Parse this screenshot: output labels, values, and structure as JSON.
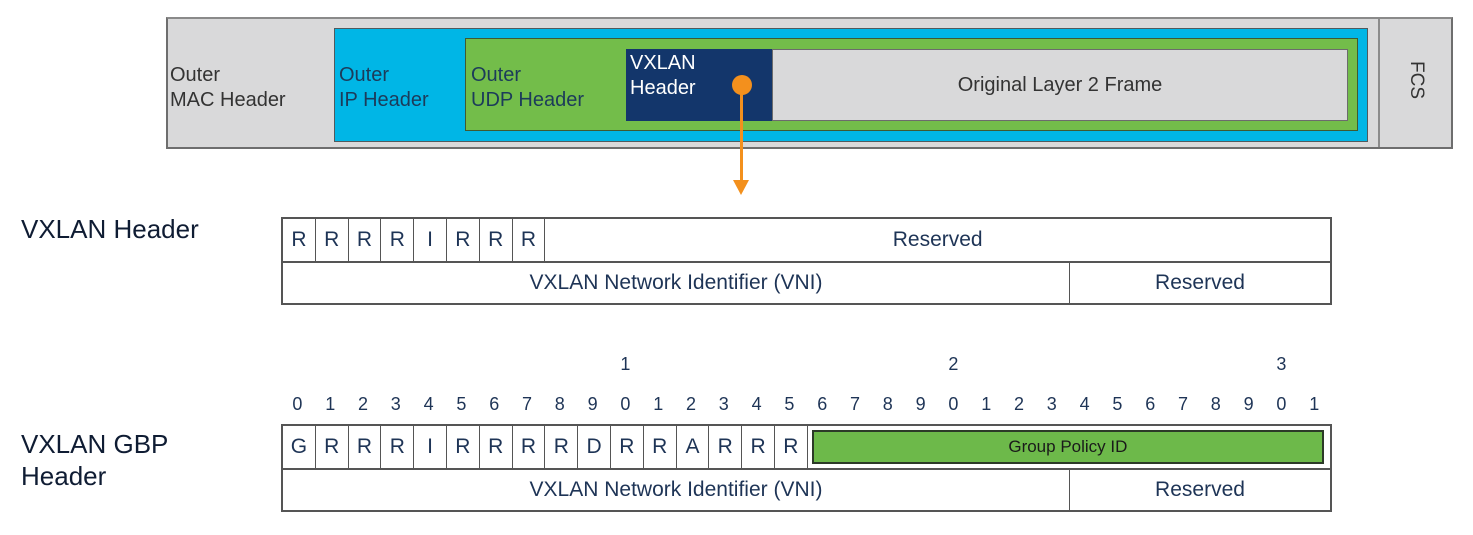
{
  "frame": {
    "outer_mac": [
      "Outer",
      "MAC Header"
    ],
    "outer_ip": [
      "Outer",
      "IP Header"
    ],
    "outer_udp": [
      "Outer",
      "UDP Header"
    ],
    "vxlan": [
      "VXLAN",
      "Header"
    ],
    "original": "Original Layer 2 Frame",
    "fcs": "FCS",
    "colors": {
      "mac": "#d9d9da",
      "ip": "#00b6e6",
      "udp": "#73bd4a",
      "vxlan": "#13366b",
      "arrow": "#f3901d"
    }
  },
  "vxlan_header": {
    "title": "VXLAN Header",
    "row1_bits": [
      "R",
      "R",
      "R",
      "R",
      "I",
      "R",
      "R",
      "R"
    ],
    "row1_rest": "Reserved",
    "row2_vni": "VXLAN Network Identifier (VNI)",
    "row2_reserved": "Reserved"
  },
  "bit_numbers": {
    "tens": [
      {
        "index": 10,
        "label": "1"
      },
      {
        "index": 20,
        "label": "2"
      },
      {
        "index": 30,
        "label": "3"
      }
    ],
    "ones": [
      "0",
      "1",
      "2",
      "3",
      "4",
      "5",
      "6",
      "7",
      "8",
      "9",
      "0",
      "1",
      "2",
      "3",
      "4",
      "5",
      "6",
      "7",
      "8",
      "9",
      "0",
      "1",
      "2",
      "3",
      "4",
      "5",
      "6",
      "7",
      "8",
      "9",
      "0",
      "1"
    ]
  },
  "gbp_header": {
    "title_line1": "VXLAN GBP",
    "title_line2": "Header",
    "row1_bits": [
      "G",
      "R",
      "R",
      "R",
      "I",
      "R",
      "R",
      "R",
      "R",
      "D",
      "R",
      "R",
      "A",
      "R",
      "R",
      "R"
    ],
    "group_policy": "Group Policy ID",
    "group_policy_color": "#6db94a",
    "row2_vni": "VXLAN Network Identifier (VNI)",
    "row2_reserved": "Reserved"
  }
}
